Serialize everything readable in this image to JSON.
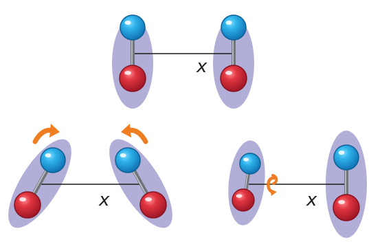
{
  "colors": {
    "background": "#ffffff",
    "ellipse_fill": "#b1aed7",
    "separation_line": "#1a1a1a",
    "bond": "#6f767b",
    "bond_highlight": "#c2c8cc",
    "blue_atom": "#1d8fd1",
    "blue_atom_light": "#54c6f4",
    "red_atom": "#c81f35",
    "red_atom_light": "#ef5563",
    "rotation_arrow": "#ef7d22"
  },
  "labels": {
    "separation_top": "x",
    "separation_bottom_left": "x",
    "separation_bottom_right": "x"
  },
  "icons": {
    "arrow_left_pair": "curved-rotation-arrow-icon",
    "arrow_right_pair": "curved-rotation-arrow-icon",
    "arrow_axis": "axial-rotation-arrow-icon"
  }
}
